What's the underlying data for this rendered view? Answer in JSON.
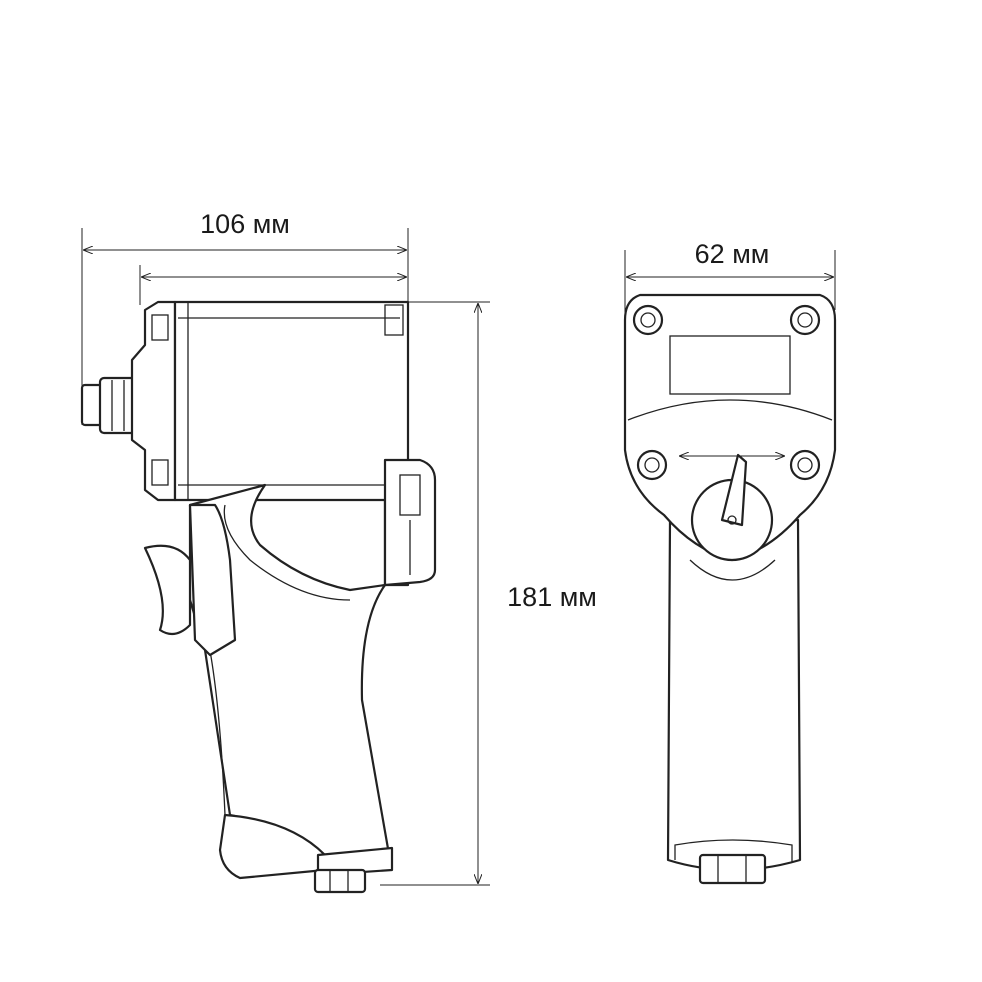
{
  "dimensions": {
    "width_side": "106 мм",
    "width_front": "62 мм",
    "height": "181 мм"
  },
  "colors": {
    "line": "#222222",
    "background": "#ffffff"
  }
}
